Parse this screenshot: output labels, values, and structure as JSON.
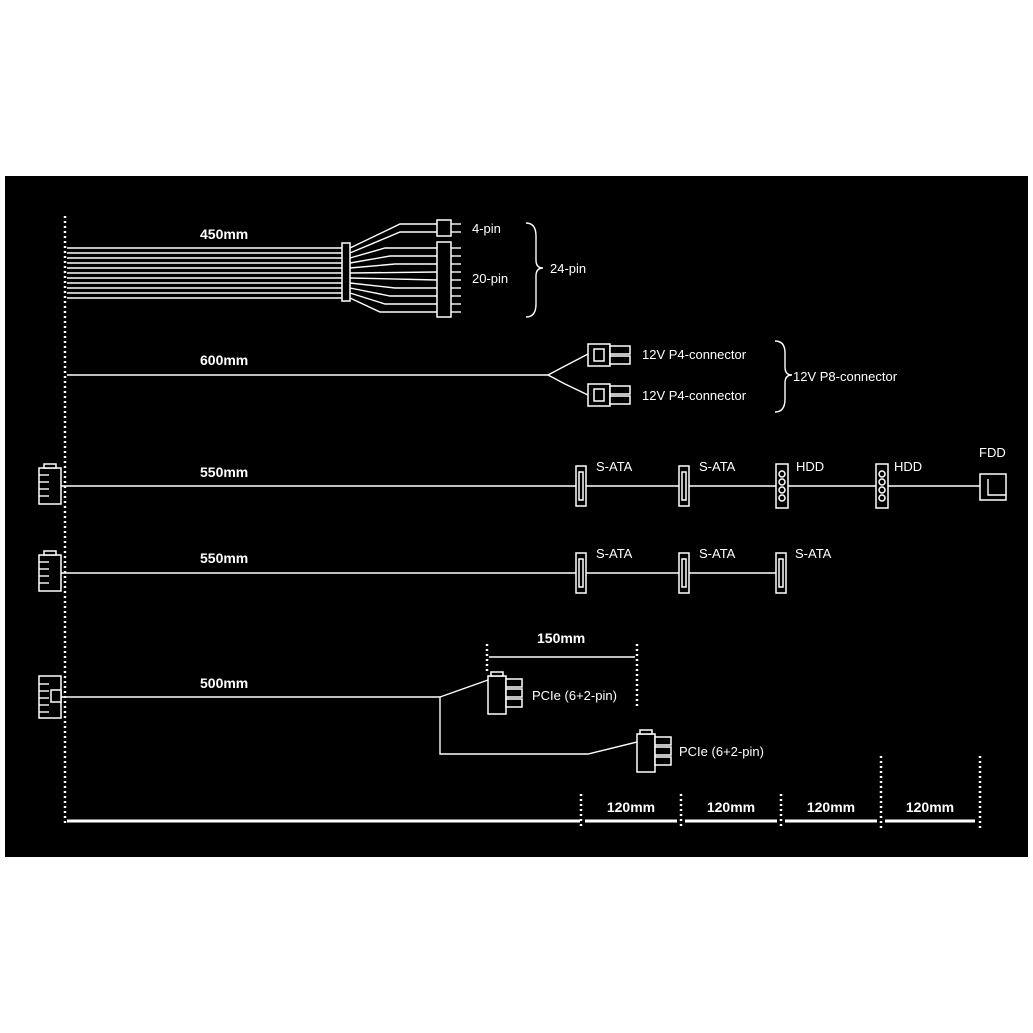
{
  "colors": {
    "background": "#000000",
    "foreground": "#ffffff",
    "page": "#ffffff"
  },
  "cables": [
    {
      "length_label": "450mm",
      "connectors": [
        {
          "label": "4-pin"
        },
        {
          "label": "20-pin"
        },
        {
          "label": "24-pin"
        }
      ]
    },
    {
      "length_label": "600mm",
      "connectors": [
        {
          "label": "12V P4-connector"
        },
        {
          "label": "12V P4-connector"
        },
        {
          "label": "12V P8-connector"
        }
      ]
    },
    {
      "length_label": "550mm",
      "connectors": [
        {
          "label": "S-ATA"
        },
        {
          "label": "S-ATA"
        },
        {
          "label": "HDD"
        },
        {
          "label": "HDD"
        },
        {
          "label": "FDD"
        }
      ]
    },
    {
      "length_label": "550mm",
      "connectors": [
        {
          "label": "S-ATA"
        },
        {
          "label": "S-ATA"
        },
        {
          "label": "S-ATA"
        }
      ]
    },
    {
      "length_label": "500mm",
      "branch_length_label": "150mm",
      "connectors": [
        {
          "label": "PCIe (6+2-pin)"
        },
        {
          "label": "PCIe (6+2-pin)"
        }
      ]
    }
  ],
  "scale": {
    "segments": [
      "120mm",
      "120mm",
      "120mm",
      "120mm"
    ]
  }
}
